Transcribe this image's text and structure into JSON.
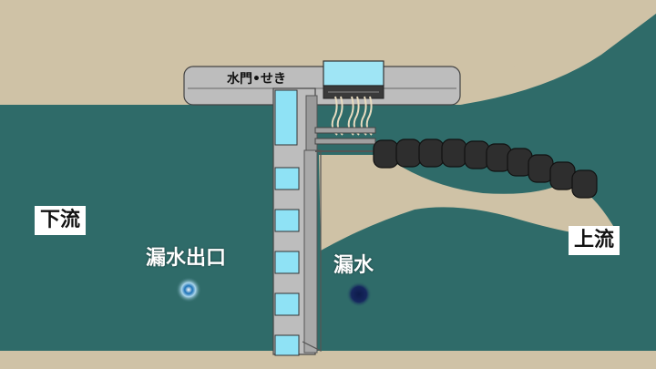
{
  "labels": {
    "gate": "水門•せき",
    "downstream": "下流",
    "upstream": "上流",
    "leak_outlet": "漏水出口",
    "leak": "漏水"
  },
  "colors": {
    "land": "#cfc2a6",
    "water": "#2f6b69",
    "structure": "#c0c0c0",
    "gate_panel": "#8fe2f5",
    "boom": "#2e2e2e"
  }
}
